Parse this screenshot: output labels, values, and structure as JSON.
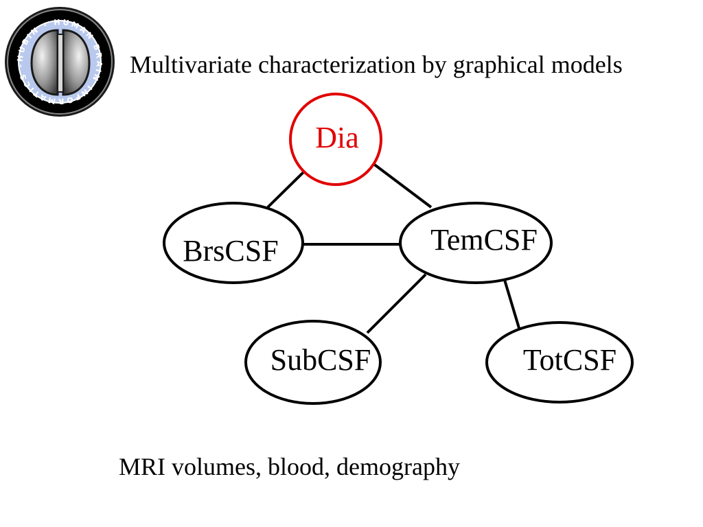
{
  "slide": {
    "title": "Multivariate characterization by graphical models",
    "caption": "MRI volumes, blood, demography"
  },
  "logo": {
    "ring_text": "HUBIN - HUMAN BRAIN INFORMATICS -"
  },
  "graph": {
    "highlight_color": "#e00000",
    "nodes": {
      "dia": "Dia",
      "brscsf": "BrsCSF",
      "temcsf": "TemCSF",
      "subcsf": "SubCSF",
      "totcsf": "TotCSF"
    },
    "edges": [
      [
        "Dia",
        "BrsCSF"
      ],
      [
        "Dia",
        "TemCSF"
      ],
      [
        "BrsCSF",
        "TemCSF"
      ],
      [
        "TemCSF",
        "SubCSF"
      ],
      [
        "TemCSF",
        "TotCSF"
      ]
    ]
  }
}
